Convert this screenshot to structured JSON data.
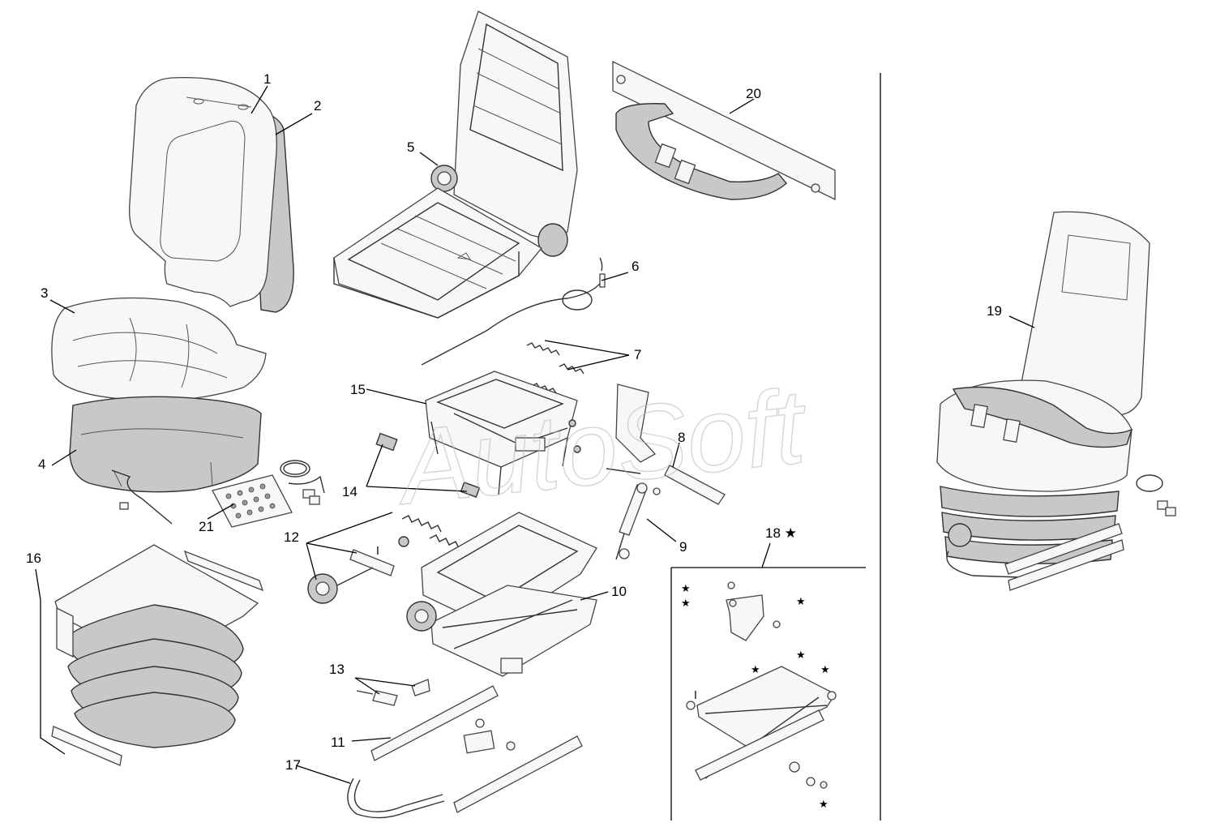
{
  "watermark": "AutoSoft",
  "callouts": {
    "c1": "1",
    "c2": "2",
    "c3": "3",
    "c4": "4",
    "c5": "5",
    "c6": "6",
    "c7": "7",
    "c8": "8",
    "c9": "9",
    "c10": "10",
    "c11": "11",
    "c12": "12",
    "c13": "13",
    "c14": "14",
    "c15": "15",
    "c16": "16",
    "c17": "17",
    "c18": "18 ★",
    "c19": "19",
    "c20": "20",
    "c21": "21"
  },
  "markers": {
    "roman_one": "I",
    "star": "★"
  }
}
